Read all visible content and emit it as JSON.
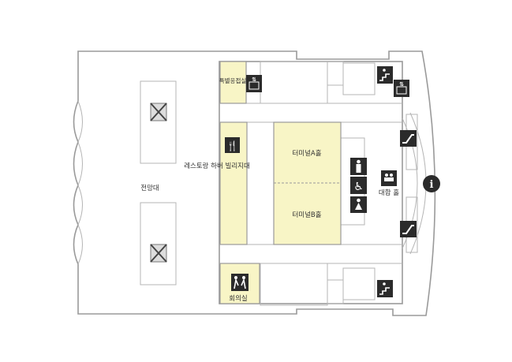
{
  "map": {
    "rooms": {
      "observatory": "전망대",
      "vip_room": "특별응접실",
      "restaurant": "레스토랑 하버 빌리지대",
      "terminal_a": "터미널A홀",
      "terminal_b": "터미널B홀",
      "waiting_hall": "대합 홀",
      "meeting_room": "회의실"
    },
    "icons": [
      "elevator-icon",
      "restaurant-icon",
      "men-restroom-icon",
      "wheelchair-icon",
      "women-restroom-icon",
      "waiting-hall-icon",
      "information-icon",
      "escalator-up-icon",
      "escalator-down-icon",
      "stairs-icon",
      "meeting-room-icon"
    ],
    "colors": {
      "room_fill": "#f8f5c6",
      "icon": "#2b2b2b",
      "wall": "#9a9a9a"
    }
  }
}
